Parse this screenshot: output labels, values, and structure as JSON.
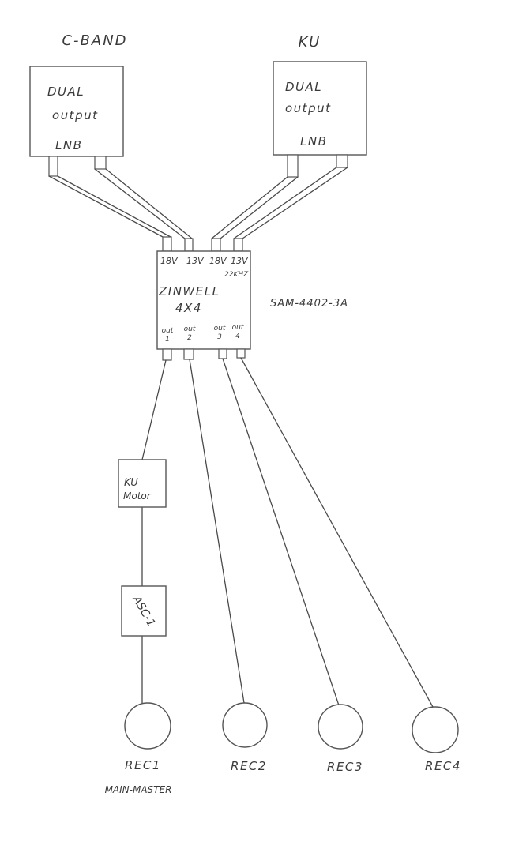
{
  "lnbs": [
    {
      "band": "C-BAND",
      "lines": [
        "DUAL",
        "output",
        "LNB"
      ]
    },
    {
      "band": "KU",
      "lines": [
        "DUAL",
        "output",
        "LNB"
      ]
    }
  ],
  "switch": {
    "inputs": [
      "18V",
      "13V",
      "18V",
      "13V"
    ],
    "tone": "22KHZ",
    "brand": "ZINWELL",
    "config": "4X4",
    "model": "SAM-4402-3A",
    "outputs": [
      {
        "label": "out",
        "num": "1"
      },
      {
        "label": "out",
        "num": "2"
      },
      {
        "label": "out",
        "num": "3"
      },
      {
        "label": "out",
        "num": "4"
      }
    ]
  },
  "inline_devices": [
    {
      "lines": [
        "KU",
        "Motor"
      ]
    },
    {
      "lines": [
        "ASC-1"
      ]
    }
  ],
  "receivers": [
    {
      "label": "REC1",
      "note": "MAIN-MASTER"
    },
    {
      "label": "REC2"
    },
    {
      "label": "REC3"
    },
    {
      "label": "REC4"
    }
  ]
}
